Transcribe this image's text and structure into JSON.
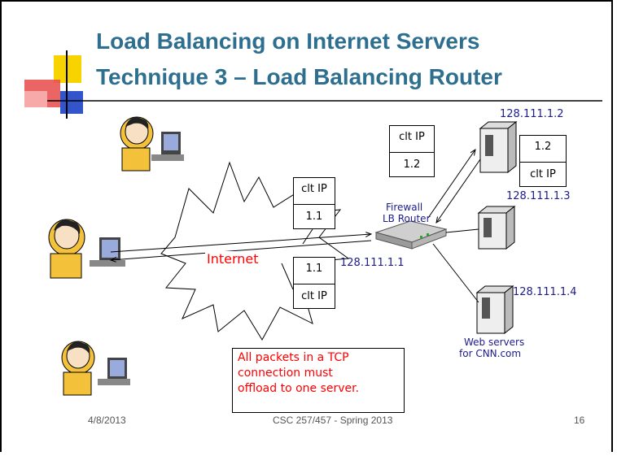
{
  "slide": {
    "title_line1": "Load Balancing on Internet Servers",
    "title_line2": "Technique 3 – Load Balancing Router"
  },
  "diagram": {
    "cloud_label": "Internet",
    "router_label_1": "Firewall",
    "router_label_2": "LB Router",
    "router_ip": "128.111.1.1",
    "servers": [
      {
        "ip": "128.111.1.2"
      },
      {
        "ip": "128.111.1.3"
      },
      {
        "ip": "128.111.1.4"
      }
    ],
    "servers_caption_1": "Web servers",
    "servers_caption_2": "for CNN.com",
    "packets": {
      "inbound_client": {
        "top": "clt IP",
        "bottom": "1.1"
      },
      "to_server": {
        "top": "clt IP",
        "bottom": "1.2"
      },
      "from_server": {
        "top": "1.2",
        "bottom": "clt IP"
      },
      "outbound_client": {
        "top": "1.1",
        "bottom": "clt IP"
      }
    },
    "note_lines": [
      "All packets in a TCP",
      "connection must",
      "offload to one server."
    ]
  },
  "footer": {
    "date": "4/8/2013",
    "course": "CSC 257/457 - Spring 2013",
    "page": "16"
  },
  "colors": {
    "title": "#2e6f8f",
    "accent_yellow": "#f7d400",
    "accent_blue": "#3355cc",
    "accent_red": "#e84a4a",
    "note_text": "#ff0000",
    "ip_text": "#1c1c8c"
  }
}
